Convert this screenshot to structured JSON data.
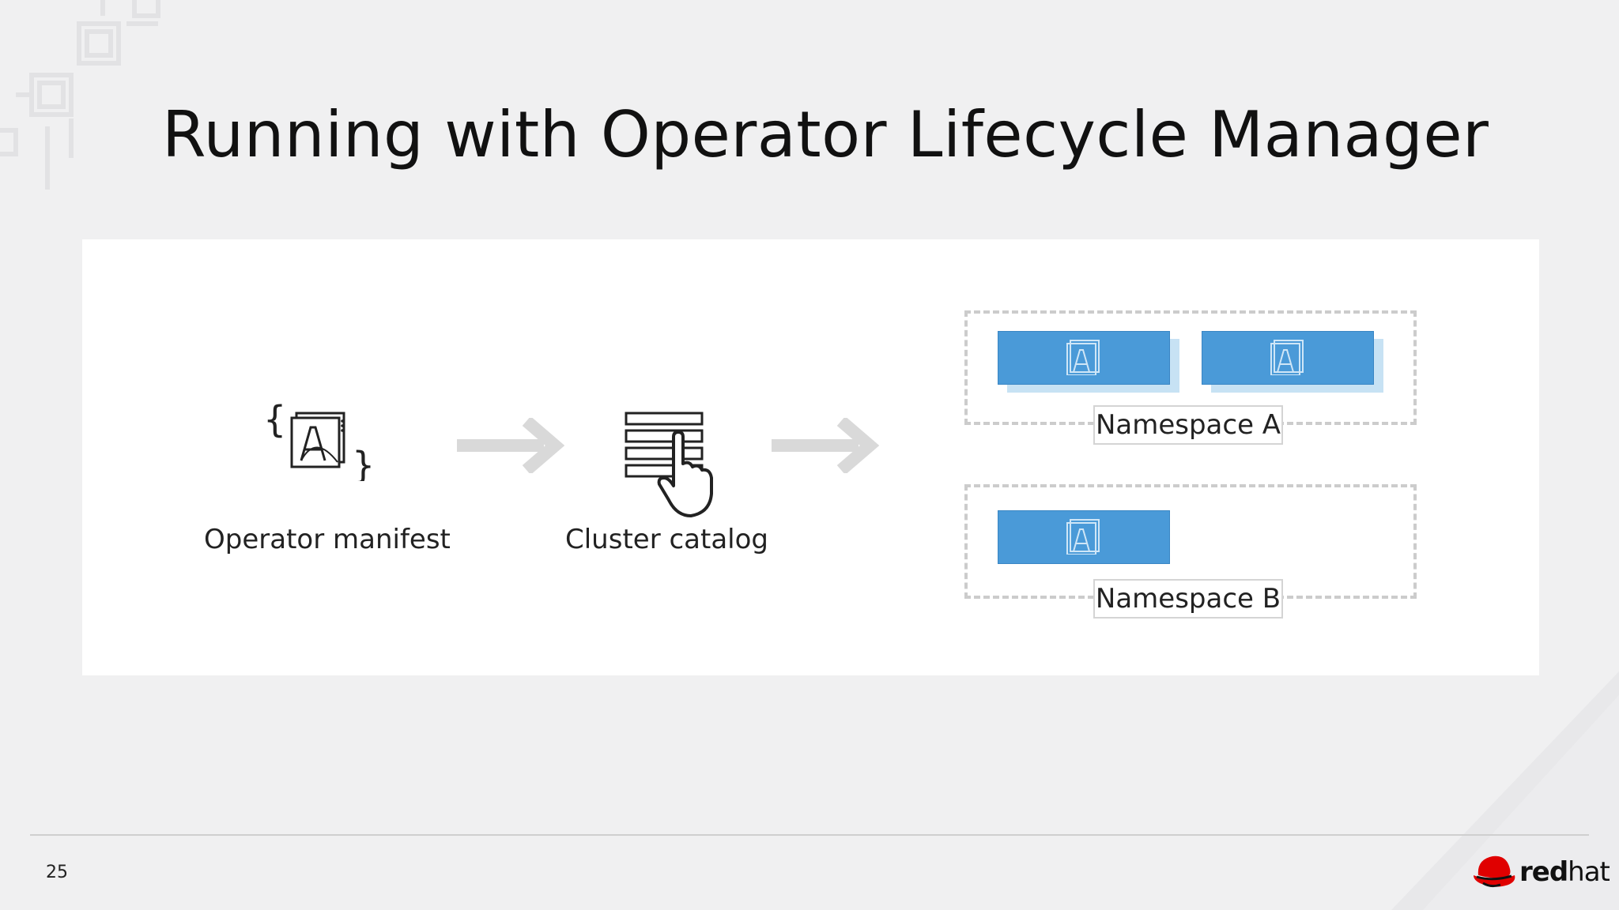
{
  "slide": {
    "title": "Running with Operator Lifecycle Manager",
    "page_number": "25"
  },
  "diagram": {
    "manifest_label": "Operator manifest",
    "catalog_label": "Cluster catalog",
    "namespace_a_label": "Namespace A",
    "namespace_b_label": "Namespace B",
    "namespace_a_operators": 2,
    "namespace_b_operators": 1,
    "colors": {
      "operator_card": "#4a9ad8",
      "operator_card_shadow": "#c7e2f4",
      "arrow": "#d9d9d9",
      "dashed_border": "#cccccc"
    }
  },
  "branding": {
    "logo_bold": "red",
    "logo_light": "hat",
    "logo_color": "#e00000"
  }
}
